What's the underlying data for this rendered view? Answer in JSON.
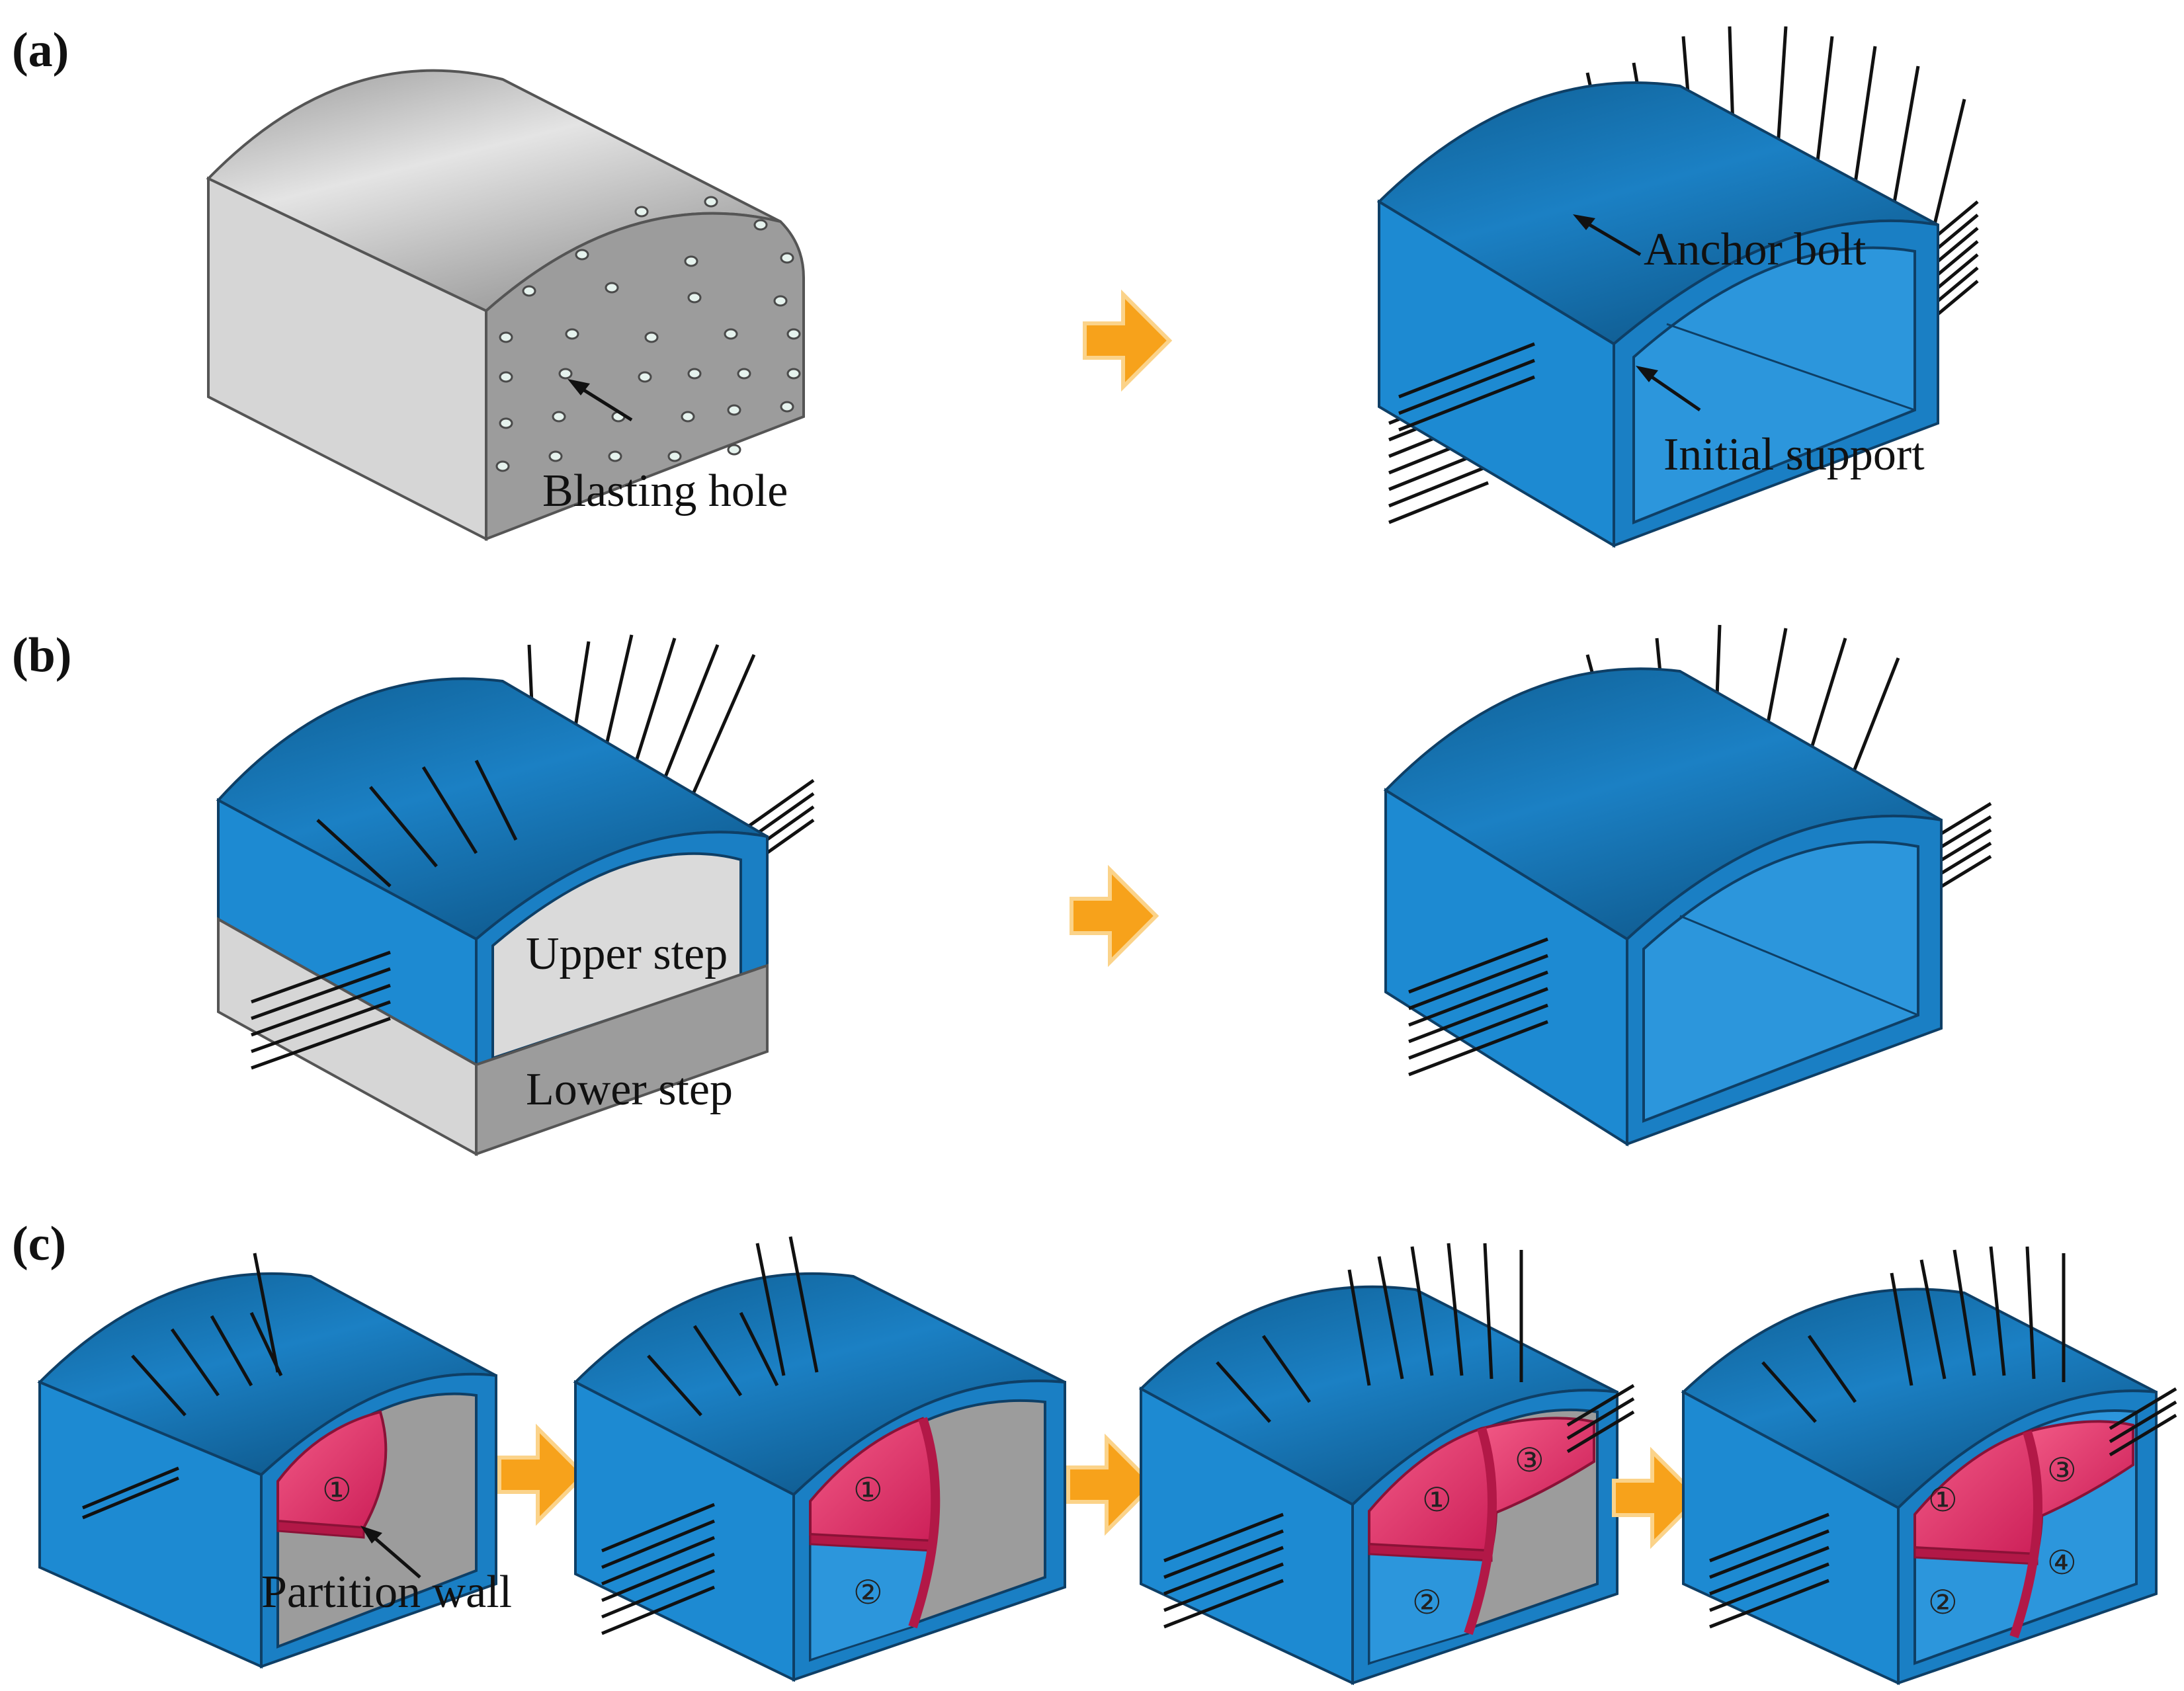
{
  "panels": [
    {
      "label": "(a)"
    },
    {
      "label": "(b)"
    },
    {
      "label": "(c)"
    }
  ],
  "annotations": {
    "blasting_hole": "Blasting hole",
    "anchor_bolt": "Anchor bolt",
    "initial_support": "Initial support",
    "upper_step": "Upper step",
    "lower_step": "Lower step",
    "partition_wall": "Partition wall"
  },
  "sequence_numbers": {
    "c1": [
      "①"
    ],
    "c2": [
      "①",
      "②"
    ],
    "c3": [
      "①",
      "②",
      "③"
    ],
    "c4": [
      "①",
      "②",
      "③",
      "④"
    ]
  },
  "colors": {
    "lining_front": "#1d8ad2",
    "lining_side": "#1a7fc4",
    "lining_top": "#12669f",
    "lining_edge": "#0e3f66",
    "rock_light": "#d8d8d8",
    "rock_dark": "#9c9c9c",
    "rock_top": "#8e8e8e",
    "partition": "#e02b66",
    "arrow": "#f7a21b",
    "bolt": "#111111"
  }
}
